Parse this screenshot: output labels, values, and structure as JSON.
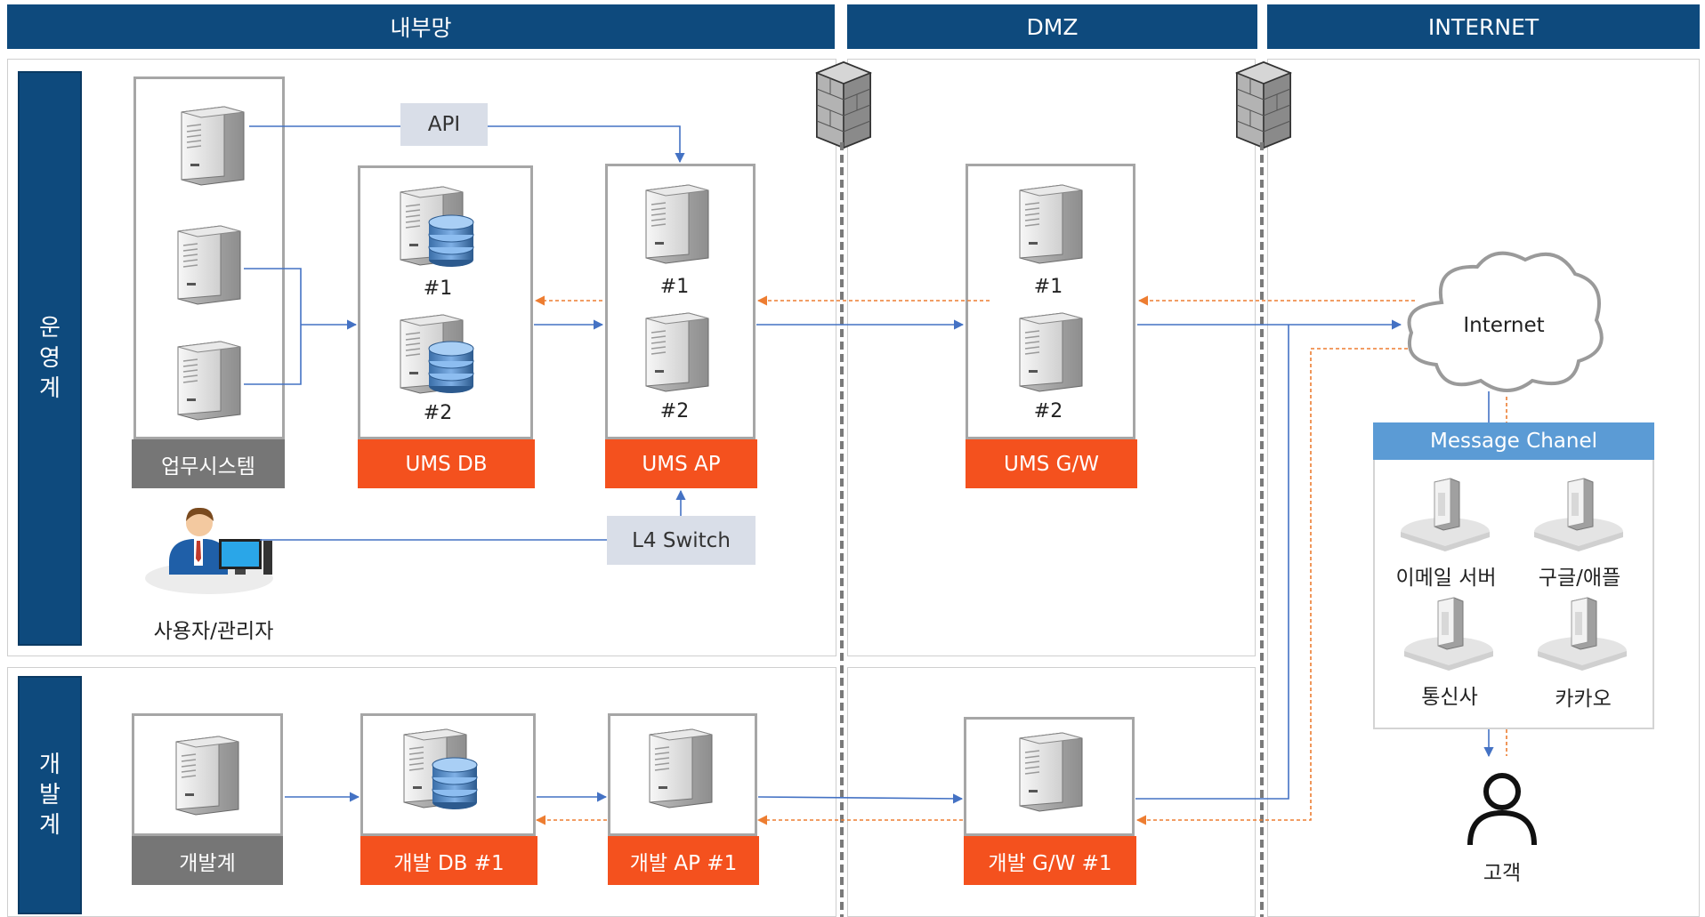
{
  "zones": {
    "internal": "내부망",
    "dmz": "DMZ",
    "internet": "INTERNET"
  },
  "rows": {
    "operation": [
      "운",
      "영",
      "계"
    ],
    "development": [
      "개",
      "발",
      "계"
    ]
  },
  "operation": {
    "business_system": "업무시스템",
    "ums_db": "UMS DB",
    "ums_ap": "UMS AP",
    "ums_gw": "UMS G/W",
    "api": "API",
    "l4_switch": "L4 Switch",
    "user_admin": "사용자/관리자",
    "n1": "#1",
    "n2": "#2"
  },
  "development": {
    "dev_system": "개발계",
    "dev_db": "개발 DB #1",
    "dev_ap": "개발 AP #1",
    "dev_gw": "개발 G/W #1"
  },
  "internet": {
    "cloud": "Internet",
    "message_channel": "Message Chanel",
    "channels": [
      "이메일 서버",
      "구글/애플",
      "통신사",
      "카카오"
    ],
    "customer": "고객"
  },
  "colors": {
    "header": "#0e4a7d",
    "orange": "#f4511e",
    "gray_label": "#767676",
    "flow_blue": "#4472c4",
    "flow_orange": "#ed7d31",
    "channel_header": "#5b9bd5"
  }
}
